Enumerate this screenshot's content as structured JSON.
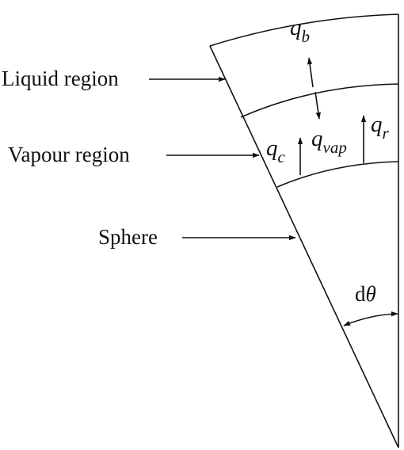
{
  "labels": {
    "liquid": "Liquid region",
    "vapour": "Vapour region",
    "sphere": "Sphere"
  },
  "symbols": {
    "q_b": {
      "base": "q",
      "sub": "b"
    },
    "q_vap": {
      "base": "q",
      "sub": "vap"
    },
    "q_c": {
      "base": "q",
      "sub": "c"
    },
    "q_r": {
      "base": "q",
      "sub": "r"
    },
    "angle": {
      "prefix": "d",
      "var": "θ"
    }
  },
  "colors": {
    "ink": "#111111",
    "background": "#ffffff"
  }
}
